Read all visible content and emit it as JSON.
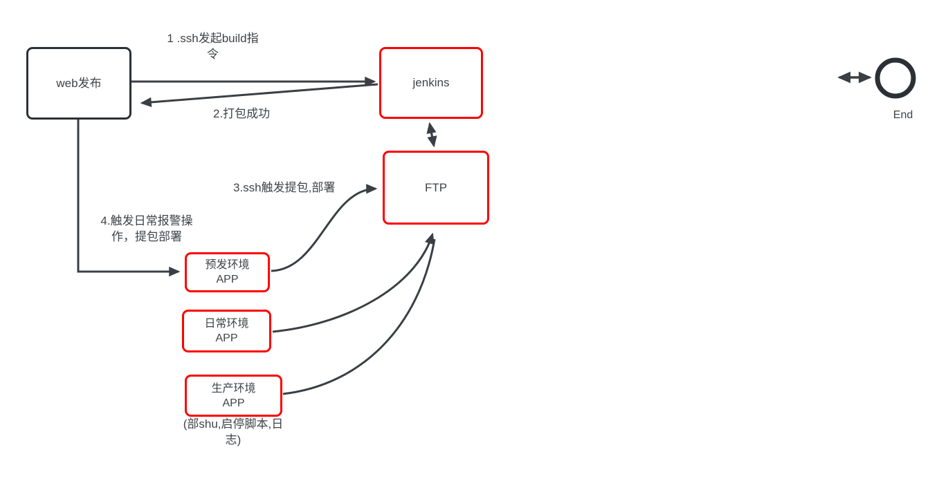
{
  "diagram": {
    "nodes": {
      "web": {
        "label": "web发布"
      },
      "jenkins": {
        "label": "jenkins"
      },
      "ftp": {
        "label": "FTP"
      },
      "pre": {
        "label": "预发环境\nAPP"
      },
      "daily": {
        "label": "日常环境\nAPP"
      },
      "prod": {
        "label": "生产环境\nAPP"
      }
    },
    "edge_labels": {
      "step1": "1 .ssh发起build指\n令",
      "step2": "2.打包成功",
      "step3": "3.ssh触发提包,部署",
      "step4": "4.触发日常报警操\n作，提包部署"
    },
    "captions": {
      "prod_note": "(部shu,启停脚本,日\n志)",
      "end": "End"
    },
    "colors": {
      "node_border_red": "#fe0000",
      "node_border_dark": "#2b3036",
      "edge_stroke": "#3a3f45",
      "text": "#3f4347",
      "background": "#ffffff"
    }
  }
}
